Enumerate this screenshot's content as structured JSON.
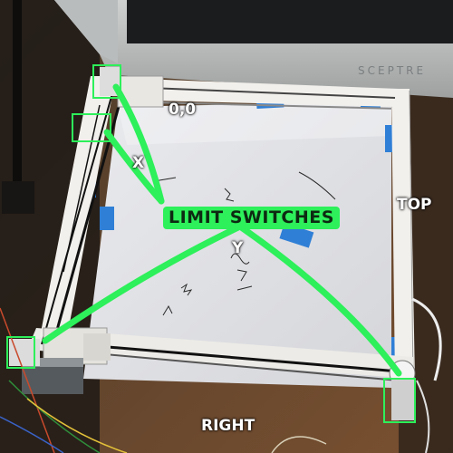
{
  "annotations": {
    "origin": "0,0",
    "x_axis": "X",
    "limit_switches": "LIMIT SWITCHES",
    "y_axis": "Y",
    "top": "TOP",
    "right": "RIGHT"
  },
  "monitor_brand": "SCEPTRE",
  "colors": {
    "annotation_green": "#2df05a",
    "rail_white": "#f2f0ec",
    "tape_blue": "#2f7fd6",
    "belt_black": "#111111"
  }
}
